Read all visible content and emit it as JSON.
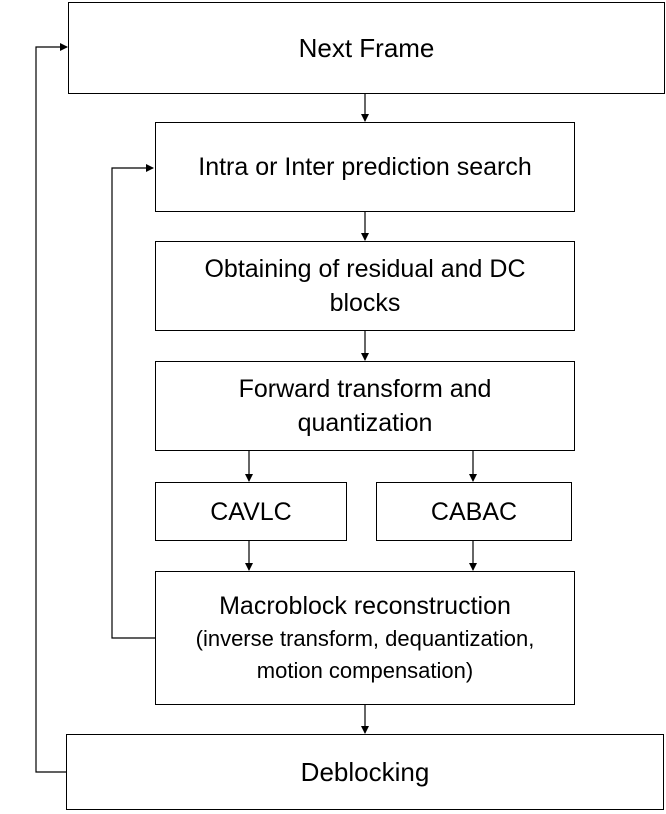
{
  "diagram": {
    "next_frame": "Next Frame",
    "prediction": "Intra or Inter prediction search",
    "residual_line1": "Obtaining of residual and DC",
    "residual_line2": "blocks",
    "transform_line1": "Forward transform and",
    "transform_line2": "quantization",
    "cavlc": "CAVLC",
    "cabac": "CABAC",
    "reconstruction_title": "Macroblock reconstruction",
    "reconstruction_line2": "(inverse transform, dequantization,",
    "reconstruction_line3": "motion compensation)",
    "deblocking": "Deblocking"
  }
}
